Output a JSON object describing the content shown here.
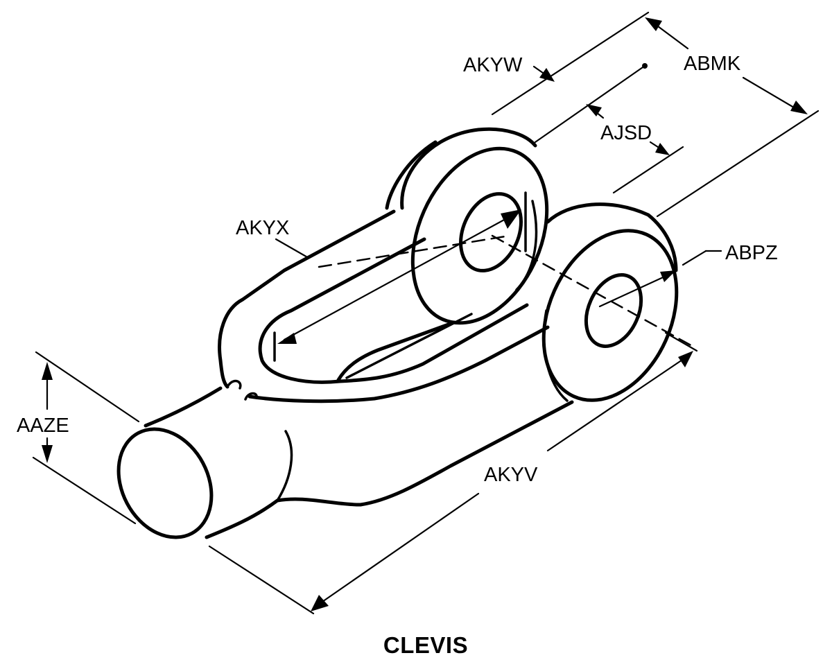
{
  "title": "CLEVIS",
  "labels": {
    "akyw": "AKYW",
    "abmk": "ABMK",
    "ajsd": "AJSD",
    "akyx": "AKYX",
    "abpz": "ABPZ",
    "aaze": "AAZE",
    "akyv": "AKYV"
  }
}
